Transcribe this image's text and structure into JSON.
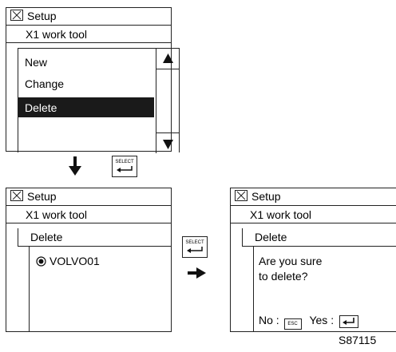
{
  "screens": [
    {
      "header_title": "Setup",
      "subtitle": "X1 work tool",
      "menu_items": [
        "New",
        "Change",
        "Delete"
      ],
      "selected_index": 2
    },
    {
      "header_title": "Setup",
      "subtitle": "X1 work tool",
      "panel_title": "Delete",
      "radio_label": "VOLVO01"
    },
    {
      "header_title": "Setup",
      "subtitle": "X1 work tool",
      "panel_title": "Delete",
      "confirm_line1": "Are you sure",
      "confirm_line2": "to delete?",
      "no_label": "No :",
      "yes_label": "Yes :",
      "esc_key": "ESC"
    }
  ],
  "select_key_label": "SELECT",
  "figure_id": "S87115",
  "icons": {
    "close": "close-icon",
    "scroll_up": "triangle-up-icon",
    "scroll_down": "triangle-down-icon",
    "flow_down": "arrow-down-icon",
    "flow_right": "arrow-right-icon",
    "enter": "enter-icon",
    "radio": "radio-selected-icon"
  }
}
